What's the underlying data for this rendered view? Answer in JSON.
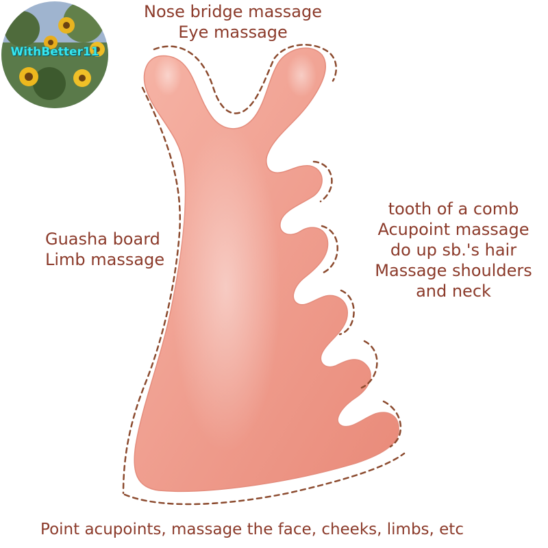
{
  "logo": {
    "text": "WithBetter11"
  },
  "callouts": {
    "top": [
      "Nose bridge massage",
      "Eye massage"
    ],
    "left": [
      "Guasha board",
      "Limb massage"
    ],
    "right": [
      "tooth of a comb",
      "Acupoint massage",
      "do up sb.'s hair",
      "Massage shoulders",
      "and neck"
    ],
    "bottom": "Point acupoints, massage the face, cheeks, limbs, etc"
  },
  "colors": {
    "text": "#8b3a2a",
    "outline_dash": "#8b4a2e",
    "stone": "#f1a597",
    "logo_text": "#36e6f0"
  }
}
